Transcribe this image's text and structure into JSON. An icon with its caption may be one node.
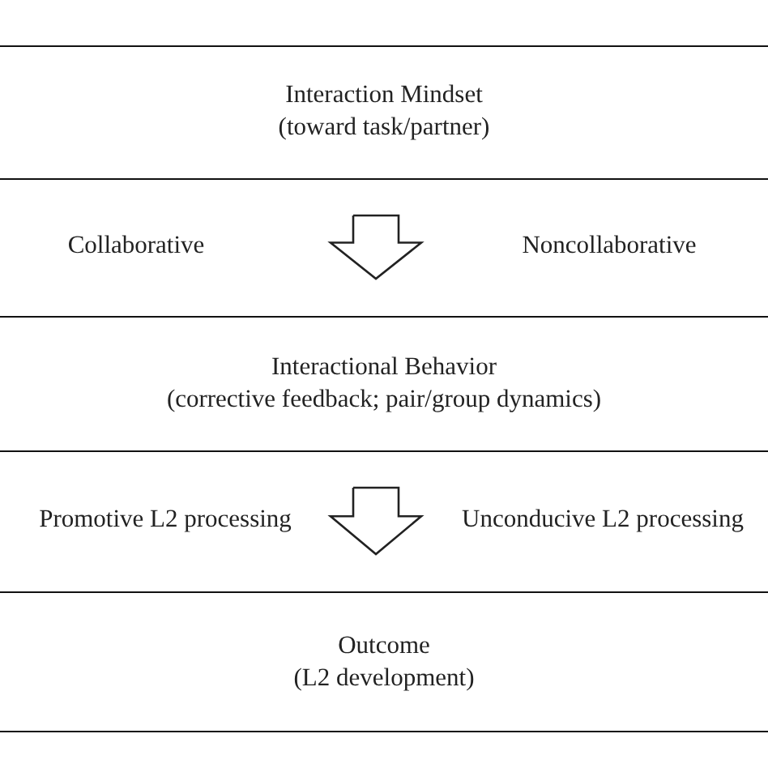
{
  "diagram": {
    "nodes": [
      {
        "text": [
          "Interaction Mindset",
          "(toward task/partner)"
        ]
      },
      {
        "text": [
          "Collaborative",
          "Noncollaborative"
        ]
      },
      {
        "text": [
          "Interactional Behavior",
          "(corrective feedback; pair/group dynamics)"
        ]
      },
      {
        "text": [
          "Promotive L2 processing",
          "Unconducive L2 processing"
        ]
      },
      {
        "text": [
          "Outcome",
          "(L2 development)"
        ]
      }
    ],
    "edges": [
      {
        "from": 0,
        "to": 2,
        "arrow": "to"
      },
      {
        "from": 2,
        "to": 4,
        "arrow": "to"
      }
    ]
  }
}
